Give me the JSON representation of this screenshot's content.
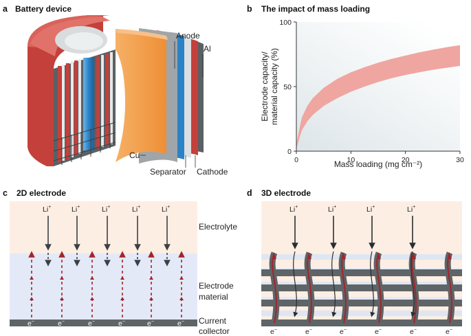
{
  "panel_a": {
    "letter": "a",
    "title": "Battery device",
    "labels": {
      "anode": "Anode",
      "al": "Al",
      "cu": "Cu",
      "separator": "Separator",
      "cathode": "Cathode"
    }
  },
  "panel_b": {
    "letter": "b",
    "title": "The impact of mass loading"
  },
  "panel_c": {
    "letter": "c",
    "title": "2D electrode",
    "ion": "Li",
    "ion_sup": "+",
    "electron": "e",
    "electron_sup": "−",
    "electrolyte": "Electrolyte",
    "electrode_l1": "Electrode",
    "electrode_l2": "material",
    "collector_l1": "Current",
    "collector_l2": "collector"
  },
  "panel_d": {
    "letter": "d",
    "title": "3D electrode",
    "ion": "Li",
    "ion_sup": "+",
    "electron": "e",
    "electron_sup": "−"
  },
  "colors": {
    "cathode_red": "#c4403b",
    "electrolyte": "#fdeee3",
    "electrode": "#e3e9f7",
    "collector": "#5f6467",
    "anode_blue": "#2a82c7",
    "cu_orange": "#f0963c",
    "band": "#efa6a0",
    "arrow_red": "#a3242a"
  },
  "chart_data": {
    "type": "area",
    "xlabel": "Mass loading (mg cm⁻²)",
    "ylabel_l1": "Electrode capacity/",
    "ylabel_l2": "material capacity (%)",
    "xlim": [
      0,
      30
    ],
    "ylim": [
      0,
      100
    ],
    "x_ticks": [
      "0",
      "10",
      "20",
      "30"
    ],
    "y_ticks": [
      "0",
      "50",
      "100"
    ],
    "grid": false,
    "band": {
      "x": [
        0,
        1,
        2,
        3,
        5,
        7.5,
        10,
        12.5,
        15,
        17.5,
        20,
        22.5,
        25,
        27.5,
        30
      ],
      "upper": [
        6,
        26,
        35,
        41,
        49,
        56,
        61,
        65,
        68.5,
        71.5,
        74,
        76.5,
        78.5,
        80.5,
        82
      ],
      "lower": [
        2,
        16,
        23,
        28,
        35,
        41,
        46,
        50,
        53.5,
        56.5,
        59,
        61,
        63,
        64.5,
        66
      ]
    }
  }
}
